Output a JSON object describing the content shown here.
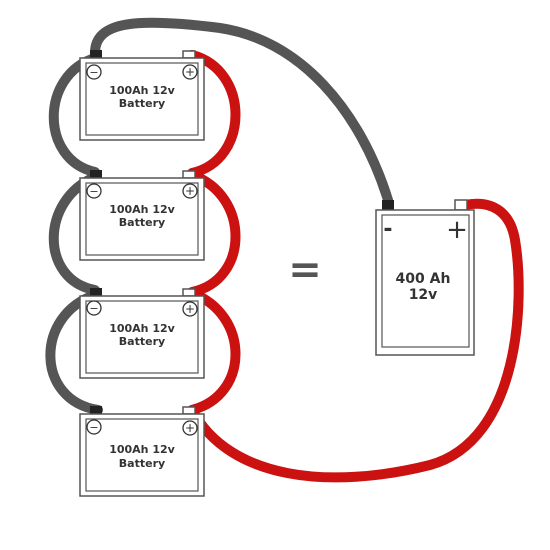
{
  "batteries": [
    {
      "line1": "100Ah 12v",
      "line2": "Battery",
      "neg": "−",
      "pos": "+"
    },
    {
      "line1": "100Ah 12v",
      "line2": "Battery",
      "neg": "−",
      "pos": "+"
    },
    {
      "line1": "100Ah 12v",
      "line2": "Battery",
      "neg": "−",
      "pos": "+"
    },
    {
      "line1": "100Ah 12v",
      "line2": "Battery",
      "neg": "−",
      "pos": "+"
    }
  ],
  "equals": "=",
  "result": {
    "line1": "400 Ah",
    "line2": "12v",
    "neg": "-",
    "pos": "+"
  },
  "colors": {
    "negative_wire": "#555555",
    "positive_wire": "#cc1111",
    "battery_outline": "#555555"
  }
}
